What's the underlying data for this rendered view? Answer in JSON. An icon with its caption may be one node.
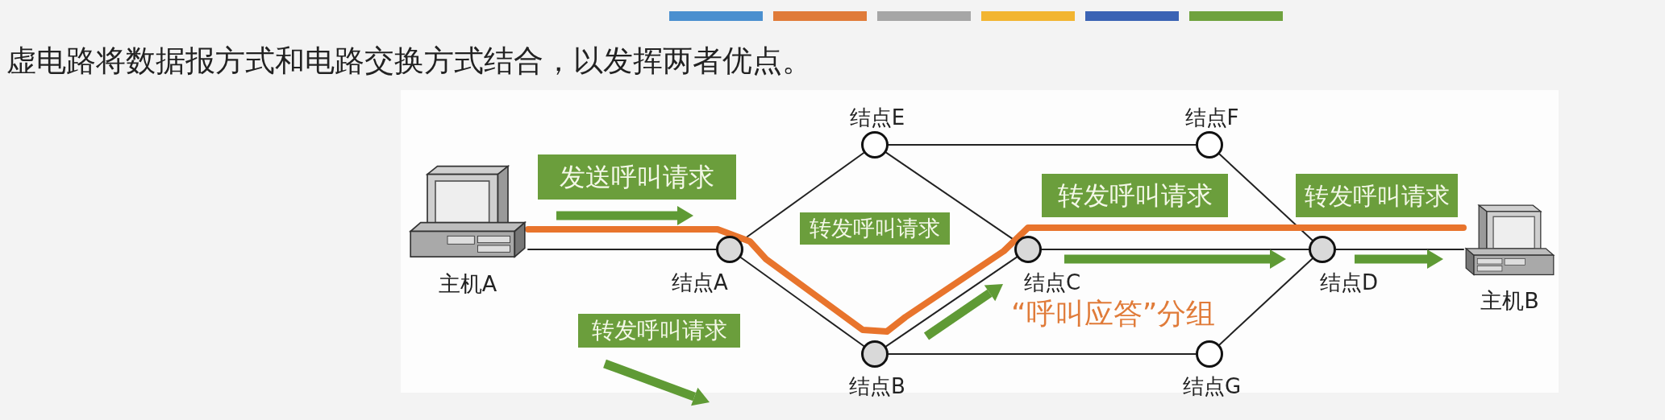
{
  "diagram": {
    "title": "虚电路将数据报方式和电路交换方式结合，以发挥两者优点。",
    "nodes": [
      {
        "text": [
          "主机A"
        ]
      },
      {
        "text": [
          "结点A"
        ]
      },
      {
        "text": [
          "结点E"
        ]
      },
      {
        "text": [
          "结点B"
        ]
      },
      {
        "text": [
          "结点C"
        ]
      },
      {
        "text": [
          "结点F"
        ]
      },
      {
        "text": [
          "结点G"
        ]
      },
      {
        "text": [
          "结点D"
        ]
      },
      {
        "text": [
          "主机B"
        ]
      },
      {
        "text": [
          "发送呼叫请求"
        ]
      },
      {
        "text": [
          "转发呼叫请求"
        ]
      },
      {
        "text": [
          "转发呼叫请求"
        ]
      },
      {
        "text": [
          "转发呼叫请求"
        ]
      },
      {
        "text": [
          "转发呼叫请求"
        ]
      }
    ],
    "edges": [
      {
        "from": 0,
        "to": 1,
        "arrow": "none"
      },
      {
        "from": 1,
        "to": 2,
        "arrow": "none"
      },
      {
        "from": 1,
        "to": 3,
        "arrow": "none"
      },
      {
        "from": 2,
        "to": 5,
        "arrow": "none"
      },
      {
        "from": 2,
        "to": 4,
        "arrow": "none"
      },
      {
        "from": 3,
        "to": 4,
        "arrow": "none"
      },
      {
        "from": 3,
        "to": 6,
        "arrow": "none"
      },
      {
        "from": 4,
        "to": 7,
        "arrow": "none"
      },
      {
        "from": 5,
        "to": 7,
        "arrow": "none"
      },
      {
        "from": 6,
        "to": 7,
        "arrow": "none"
      },
      {
        "from": 7,
        "to": 8,
        "arrow": "none"
      },
      {
        "from": 0,
        "to": 8,
        "arrow": "none",
        "style": "thick",
        "color": "#e8742c"
      }
    ],
    "labels": [
      "“呼叫应答”分组"
    ]
  }
}
